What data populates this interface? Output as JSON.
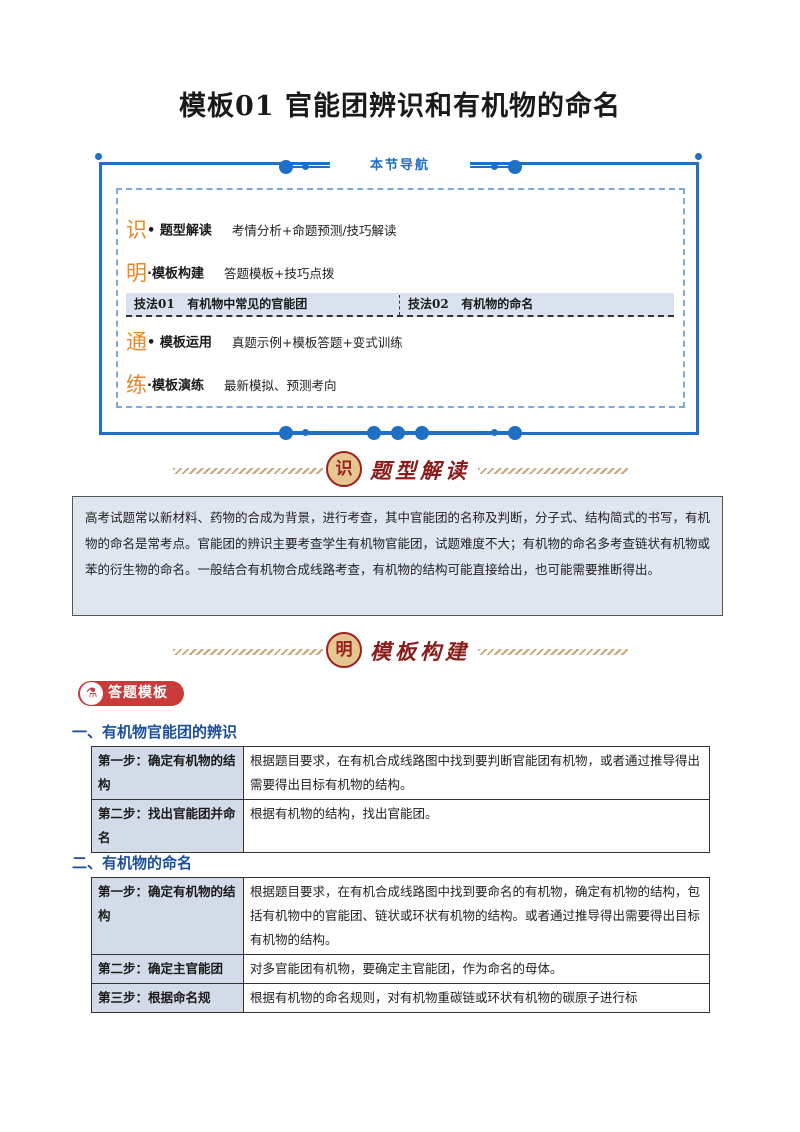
{
  "title": "模板01  官能团辨识和有机物的命名",
  "nav": {
    "header": "本节导航",
    "rows": [
      {
        "big": "识",
        "sub": "• 题型解读",
        "desc": "考情分析+命题预测/技巧解读"
      },
      {
        "big": "明",
        "sub": "·模板构建",
        "desc": "答题模板+技巧点拨"
      },
      {
        "big": "通",
        "sub": "• 模板运用",
        "desc": "真题示例+模板答题+变式训练"
      },
      {
        "big": "练",
        "sub": "·模板演练",
        "desc": "最新模拟、预测考向"
      }
    ],
    "techniques": [
      {
        "id": "技法01",
        "name": "有机物中常见的官能团"
      },
      {
        "id": "技法02",
        "name": "有机物的命名"
      }
    ]
  },
  "banner1": {
    "seal": "识",
    "text": "题型解读"
  },
  "intro": "高考试题常以新材料、药物的合成为背景，进行考查，其中官能团的名称及判断，分子式、结构简式的书写，有机物的命名是常考点。官能团的辨识主要考查学生有机物官能团，试题难度不大；有机物的命名多考查链状有机物或苯的衍生物的命名。一般结合有机物合成线路考查，有机物的结构可能直接给出，也可能需要推断得出。",
  "banner2": {
    "seal": "明",
    "text": "模板构建"
  },
  "answer_template": {
    "icon": "⚗",
    "label": "答题模板"
  },
  "section1": {
    "heading": "一、有机物官能团的辨识",
    "rows": [
      {
        "k": "第一步：确定有机物的结构",
        "v": "根据题目要求，在有机合成线路图中找到要判断官能团有机物，或者通过推导得出需要得出目标有机物的结构。"
      },
      {
        "k": "第二步：找出官能团并命名",
        "v": "根据有机物的结构，找出官能团。"
      }
    ]
  },
  "section2": {
    "heading": "二、有机物的命名",
    "rows": [
      {
        "k": "第一步：确定有机物的结构",
        "v": "根据题目要求，在有机合成线路图中找到要命名的有机物，确定有机物的结构，包括有机物中的官能团、链状或环状有机物的结构。或者通过推导得出需要得出目标有机物的结构。"
      },
      {
        "k": "第二步：确定主官能团",
        "v": "对多官能团有机物，要确定主官能团，作为命名的母体。"
      },
      {
        "k": "第三步：根据命名规",
        "v": "根据有机物的命名规则，对有机物重碳链或环状有机物的碳原子进行标"
      }
    ]
  },
  "colors": {
    "accent": "#1f6fc5",
    "orange": "#e8872a",
    "brand_red": "#c93a3a",
    "heading_blue": "#1b4f9c"
  }
}
